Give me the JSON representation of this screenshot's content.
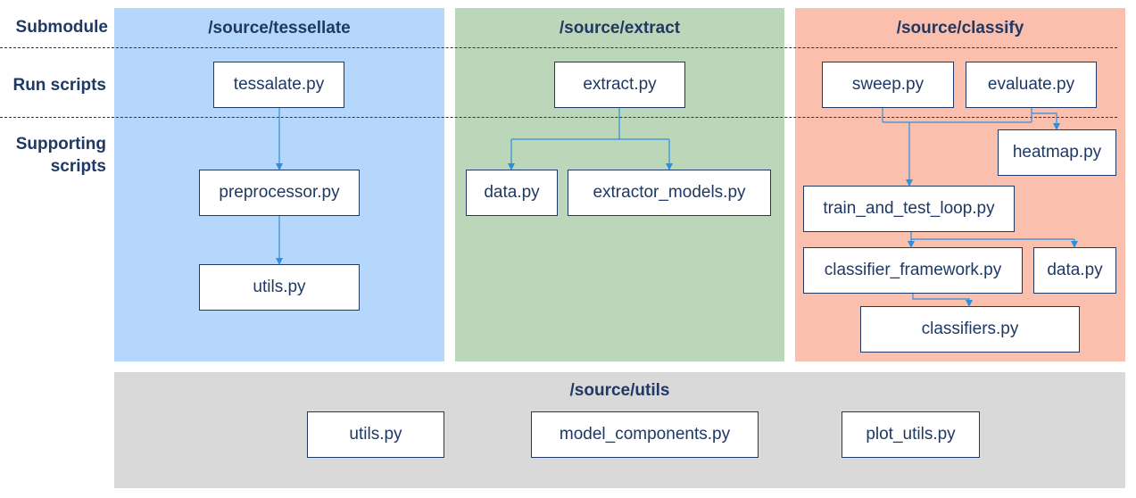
{
  "row_labels": {
    "submodule": "Submodule",
    "run_scripts": "Run scripts",
    "supporting_line1": "Supporting",
    "supporting_line2": "scripts"
  },
  "colors": {
    "tessellate_bg": "#b4d7fb",
    "extract_bg": "#bcd6b9",
    "classify_bg": "#fbbfae",
    "utils_bg": "#d9d9d9",
    "text": "#1f3864",
    "arrow": "#2e8fe0"
  },
  "tessellate": {
    "title": "/source/tessellate",
    "run": "tessalate.py",
    "preprocessor": "preprocessor.py",
    "utils": "utils.py"
  },
  "extract": {
    "title": "/source/extract",
    "run": "extract.py",
    "data": "data.py",
    "extractor_models": "extractor_models.py"
  },
  "classify": {
    "title": "/source/classify",
    "sweep": "sweep.py",
    "evaluate": "evaluate.py",
    "heatmap": "heatmap.py",
    "train_and_test_loop": "train_and_test_loop.py",
    "classifier_framework": "classifier_framework.py",
    "data": "data.py",
    "classifiers": "classifiers.py"
  },
  "utils": {
    "title": "/source/utils",
    "utils": "utils.py",
    "model_components": "model_components.py",
    "plot_utils": "plot_utils.py"
  }
}
